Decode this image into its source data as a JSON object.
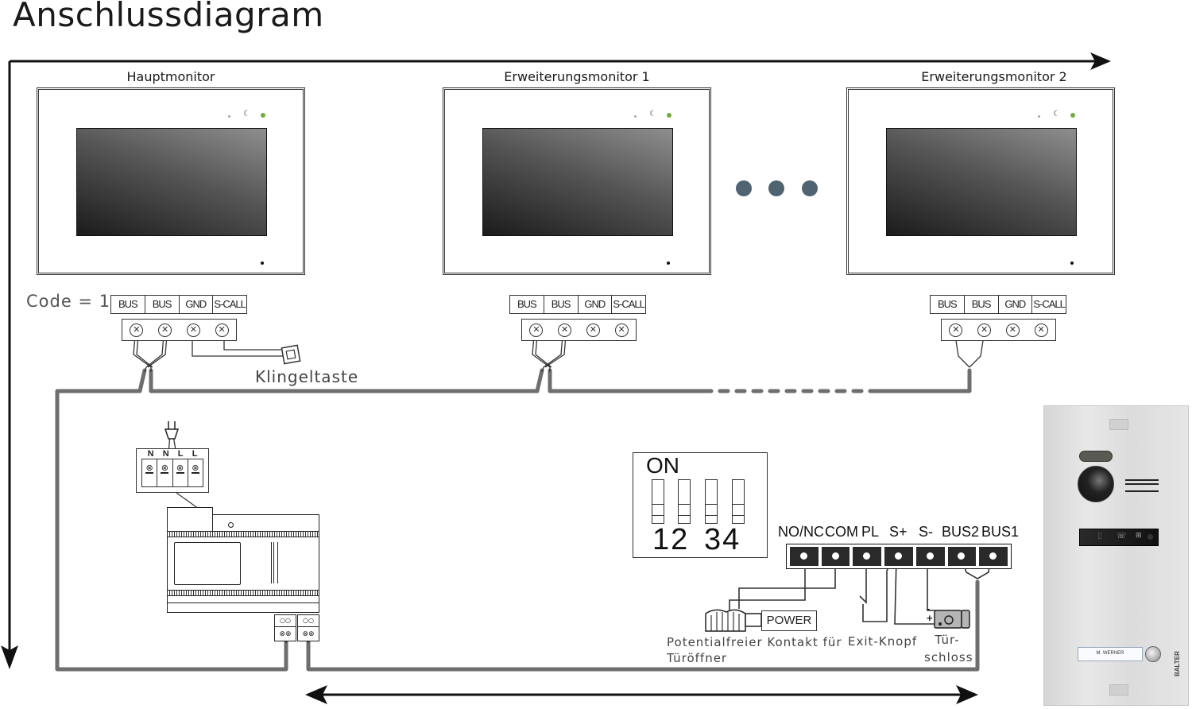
{
  "title": "Anschlussdiagram",
  "monitors": [
    {
      "label": "Hauptmonitor",
      "code_label": "Code = 1"
    },
    {
      "label": "Erweiterungsmonitor 1"
    },
    {
      "label": "Erweiterungsmonitor 2"
    }
  ],
  "ellipsis_icon": "three-dots",
  "monitor_terminals": [
    "BUS",
    "BUS",
    "GND",
    "S-CALL"
  ],
  "doorbell_label": "Klingeltaste",
  "power_supply": {
    "terminals": [
      "N",
      "N",
      "L",
      "L"
    ]
  },
  "dip_switch": {
    "label": "ON",
    "numbers_left": "12",
    "numbers_right": "34"
  },
  "outdoor_terminals": [
    "NO/NC",
    "COM",
    "PL",
    "S+",
    "S-",
    "BUS2",
    "BUS1"
  ],
  "power_box_label": "POWER",
  "contact_label_line1": "Potentialfreier Kontakt für",
  "contact_label_line2": "Türöffner",
  "exit_label": "Exit-Knopf",
  "lock_label_line1": "Tür-",
  "lock_label_line2": "schloss",
  "lock_polarity": {
    "minus": "-",
    "plus": "+"
  },
  "door_station": {
    "nameplate": "M. WERNER",
    "brand": "BALTER"
  },
  "colors": {
    "wire": "#6e6e6e",
    "line": "#1a1a1a",
    "dots": "#4f6370",
    "led_green": "#6fae3c"
  }
}
